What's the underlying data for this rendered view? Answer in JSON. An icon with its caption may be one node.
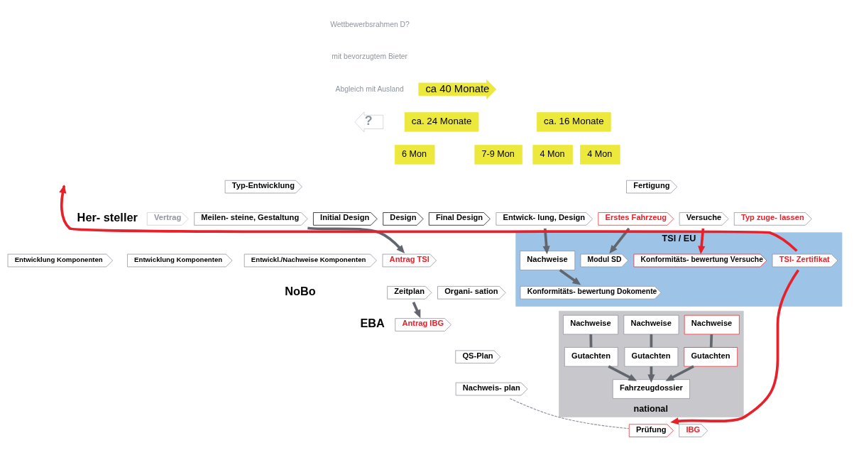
{
  "diagram": {
    "nodes": [
      {
        "text": [
          "ca 40 Monate"
        ]
      },
      {
        "text": [
          "ca. 24 Monate"
        ]
      },
      {
        "text": [
          "ca. 16 Monate"
        ]
      },
      {
        "text": [
          "6 Mon"
        ]
      },
      {
        "text": [
          "7-9 Mon"
        ]
      },
      {
        "text": [
          "4 Mon"
        ]
      },
      {
        "text": [
          "4 Mon"
        ]
      },
      {
        "text": [
          "Typ-Entwicklung"
        ]
      },
      {
        "text": [
          "Fertigung"
        ]
      },
      {
        "text": [
          "Vertrag"
        ]
      },
      {
        "text": [
          "Meilen- steine, Gestaltung"
        ]
      },
      {
        "text": [
          "Initial Design"
        ]
      },
      {
        "text": [
          "Design"
        ]
      },
      {
        "text": [
          "Final Design"
        ]
      },
      {
        "text": [
          "Entwick- lung, Design"
        ]
      },
      {
        "text": [
          "Erstes Fahrzeug"
        ]
      },
      {
        "text": [
          "Versuche"
        ]
      },
      {
        "text": [
          "Typ zuge- lassen"
        ]
      },
      {
        "text": [
          "Entwicklung Komponenten"
        ]
      },
      {
        "text": [
          "Entwicklung Komponenten"
        ]
      },
      {
        "text": [
          "Entwickl./Nachweise Komponenten"
        ]
      },
      {
        "text": [
          "TSI / EU"
        ]
      },
      {
        "text": [
          "Nachweise"
        ],
        "in": 21
      },
      {
        "text": [
          "Konformitäts- bewertung Dokomente"
        ],
        "in": 21
      },
      {
        "text": [
          "Modul SD"
        ],
        "in": 21
      },
      {
        "text": [
          "Konformitäts- bewertung Versuche"
        ],
        "in": 21
      },
      {
        "text": [
          "TSI- Zertifikat"
        ],
        "in": 21
      },
      {
        "text": [
          "national"
        ]
      },
      {
        "text": [
          "Nachweise"
        ],
        "in": 27
      },
      {
        "text": [
          "Nachweise"
        ],
        "in": 27
      },
      {
        "text": [
          "Nachweise"
        ],
        "in": 27
      },
      {
        "text": [
          "Gutachten"
        ],
        "in": 27
      },
      {
        "text": [
          "Gutachten"
        ],
        "in": 27
      },
      {
        "text": [
          "Gutachten"
        ],
        "in": 27
      },
      {
        "text": [
          "Fahrzeugdossier"
        ],
        "in": 27
      },
      {
        "text": [
          "Prüfung"
        ]
      },
      {
        "text": [
          "IBG"
        ]
      },
      {
        "text": [
          "Antrag TSI"
        ]
      },
      {
        "text": [
          "Zeitplan"
        ]
      },
      {
        "text": [
          "Organi- sation"
        ]
      },
      {
        "text": [
          "Antrag IBG"
        ]
      },
      {
        "text": [
          "QS-Plan"
        ]
      },
      {
        "text": [
          "Nachweis- plan"
        ]
      },
      {
        "text": [
          "?"
        ]
      }
    ],
    "edges": [
      {
        "from": 10,
        "to": 37,
        "arrow": "to"
      },
      {
        "from": 38,
        "to": 40,
        "arrow": "to"
      },
      {
        "from": 14,
        "to": 22,
        "arrow": "to"
      },
      {
        "from": 22,
        "to": 23,
        "arrow": "to"
      },
      {
        "from": 15,
        "to": 24,
        "arrow": "to"
      },
      {
        "from": 16,
        "to": 25,
        "arrow": "to",
        "color": "#e8202a"
      },
      {
        "from": 26,
        "to": null,
        "arrow": "to",
        "color": "#e8202a"
      },
      {
        "from": 26,
        "to": 35,
        "arrow": "to",
        "color": "#e8202a"
      },
      {
        "from": 28,
        "to": 31,
        "arrow": "none"
      },
      {
        "from": 29,
        "to": 32,
        "arrow": "none"
      },
      {
        "from": 30,
        "to": 33,
        "arrow": "none"
      },
      {
        "from": 31,
        "to": 34,
        "arrow": "to"
      },
      {
        "from": 32,
        "to": 34,
        "arrow": "to"
      },
      {
        "from": 33,
        "to": 34,
        "arrow": "to"
      },
      {
        "from": 42,
        "to": 35,
        "arrow": "none",
        "style": "dashed"
      }
    ],
    "labels": [
      "Wettbewerbsrahmen D?",
      "mit bevorzugtem Bieter",
      "Abgleich mit Ausland",
      "Her- steller",
      "NoBo",
      "EBA"
    ]
  }
}
